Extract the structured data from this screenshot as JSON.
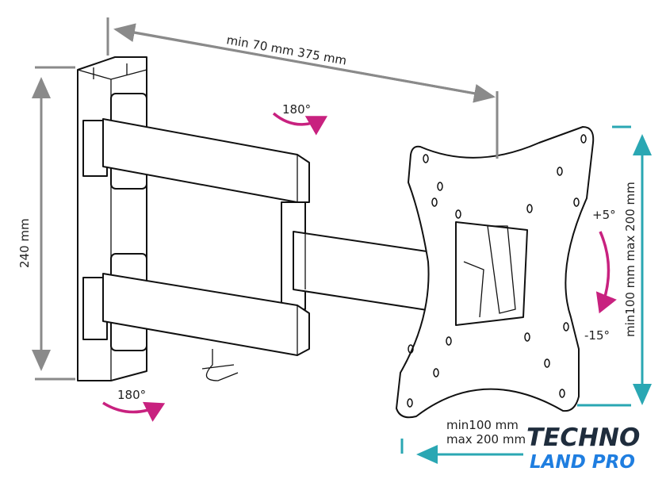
{
  "dimensions": {
    "arm_extension": "min 70 mm 375 mm",
    "wall_plate_height": "240 mm",
    "vesa_vertical": "min100 mm max 200 mm",
    "vesa_horizontal_min": "min100 mm",
    "vesa_horizontal_max": "max 200 mm"
  },
  "rotations": {
    "swivel_top": "180°",
    "swivel_bottom": "180°",
    "tilt_up": "+5°",
    "tilt_down": "-15°"
  },
  "logo": {
    "line1": "TECHNO",
    "line2": "LAND PRO"
  },
  "colors": {
    "dimension_gray": "#8a8a8a",
    "dimension_teal": "#2aa7b3",
    "rotation_magenta": "#c8217f",
    "logo_dark": "#1f2d3d",
    "logo_blue": "#1f7ee0"
  }
}
